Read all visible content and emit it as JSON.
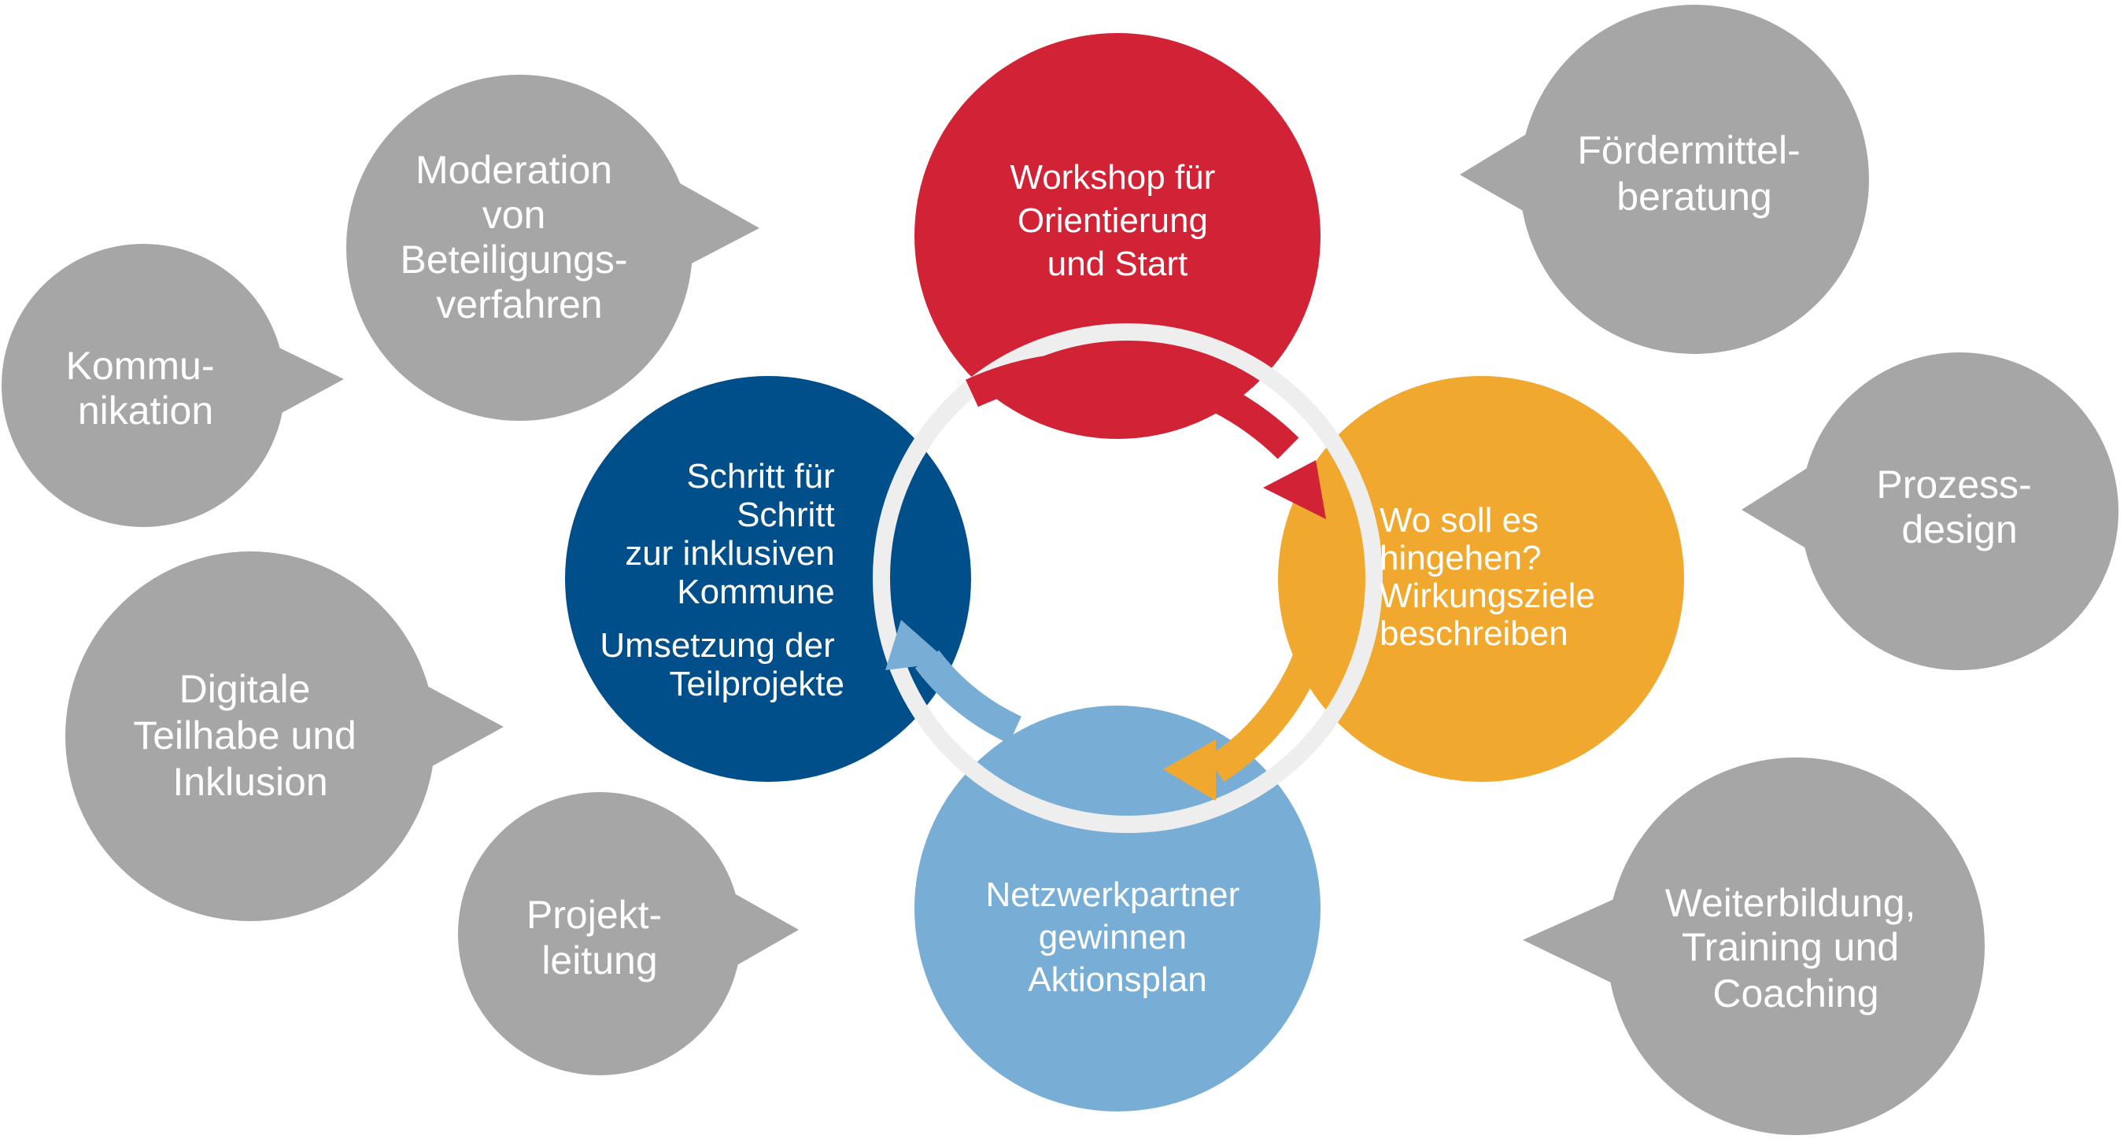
{
  "colors": {
    "bubble": "#a6a6a6",
    "workshop": "#d12335",
    "ziele": "#f0a92e",
    "netzwerk": "#78aed5",
    "umsetzung": "#004f8b",
    "ring": "#eeeeee"
  },
  "bubbles": [
    {
      "id": "moderation",
      "lines": [
        "Moderation",
        "von",
        "Beteiligungs-",
        "verfahren"
      ]
    },
    {
      "id": "kommunikation",
      "lines": [
        "Kommu-",
        "nikation"
      ]
    },
    {
      "id": "digitale",
      "lines": [
        "Digitale",
        "Teilhabe und",
        "Inklusion"
      ]
    },
    {
      "id": "projektleitung",
      "lines": [
        "Projekt-",
        "leitung"
      ]
    },
    {
      "id": "foerdermittel",
      "lines": [
        "Fördermittel-",
        "beratung"
      ]
    },
    {
      "id": "prozessdesign",
      "lines": [
        "Prozess-",
        "design"
      ]
    },
    {
      "id": "weiterbildung",
      "lines": [
        "Weiterbildung,",
        "Training und",
        "Coaching"
      ]
    }
  ],
  "steps": [
    {
      "id": "workshop",
      "lines": [
        "Workshop für",
        "Orientierung",
        "und Start"
      ]
    },
    {
      "id": "ziele",
      "lines": [
        "Wo soll es",
        "hingehen?",
        "Wirkungsziele",
        "beschreiben"
      ]
    },
    {
      "id": "netzwerk",
      "lines": [
        "Netzwerkpartner",
        "gewinnen",
        "Aktionsplan"
      ]
    },
    {
      "id": "umsetzung",
      "lines": [
        "Schritt für",
        "Schritt",
        "zur inklusiven",
        "Kommune",
        "Umsetzung der",
        "Teilprojekte"
      ]
    }
  ]
}
